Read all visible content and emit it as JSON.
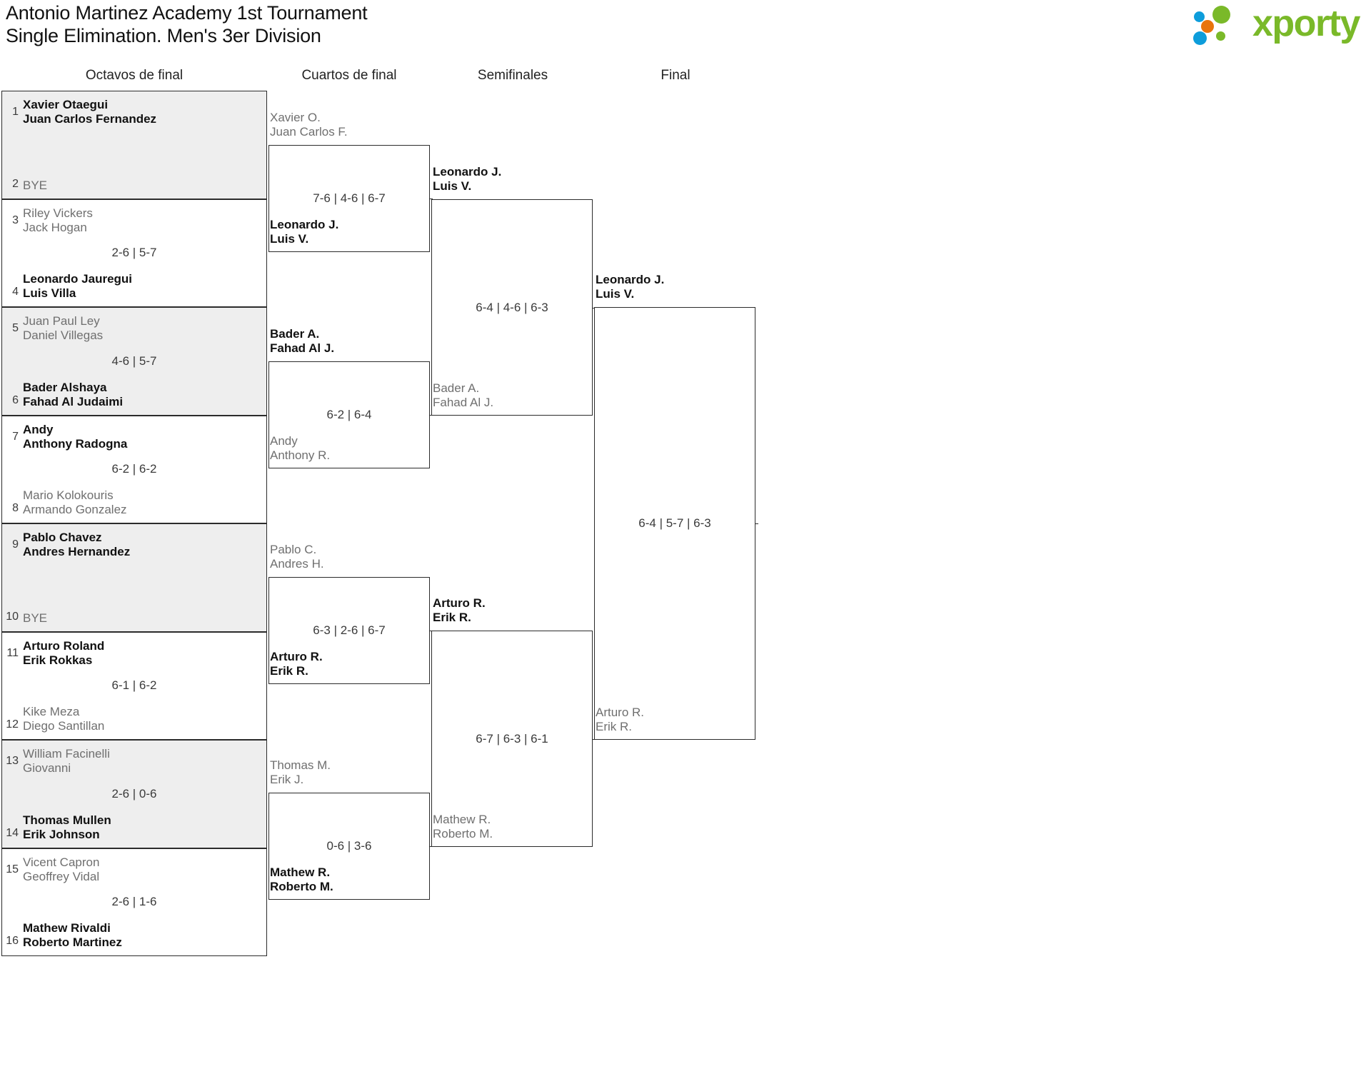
{
  "header": {
    "title_line1": "Antonio Martinez Academy 1st Tournament",
    "title_line2": "Single Elimination. Men's 3er Division",
    "logo_text": "xporty"
  },
  "rounds": [
    {
      "label": "Octavos de final"
    },
    {
      "label": "Cuartos de final"
    },
    {
      "label": "Semifinales"
    },
    {
      "label": "Final"
    }
  ],
  "round1": [
    {
      "seed_top": "1",
      "seed_bottom": "2",
      "top_line1": "Xavier Otaegui",
      "top_line2": "Juan Carlos Fernandez",
      "bottom_line1": "BYE",
      "bottom_line2": "",
      "score": "",
      "winner": "top",
      "shaded": true,
      "bye": true
    },
    {
      "seed_top": "3",
      "seed_bottom": "4",
      "top_line1": "Riley Vickers",
      "top_line2": "Jack Hogan",
      "bottom_line1": "Leonardo Jauregui",
      "bottom_line2": "Luis Villa",
      "score": "2-6 | 5-7",
      "winner": "bottom",
      "shaded": false,
      "bye": false
    },
    {
      "seed_top": "5",
      "seed_bottom": "6",
      "top_line1": "Juan Paul Ley",
      "top_line2": "Daniel Villegas",
      "bottom_line1": "Bader Alshaya",
      "bottom_line2": "Fahad Al Judaimi",
      "score": "4-6 | 5-7",
      "winner": "bottom",
      "shaded": true,
      "bye": false
    },
    {
      "seed_top": "7",
      "seed_bottom": "8",
      "top_line1": "Andy",
      "top_line2": "Anthony Radogna",
      "bottom_line1": "Mario Kolokouris",
      "bottom_line2": "Armando Gonzalez",
      "score": "6-2 | 6-2",
      "winner": "top",
      "shaded": false,
      "bye": false
    },
    {
      "seed_top": "9",
      "seed_bottom": "10",
      "top_line1": "Pablo Chavez",
      "top_line2": "Andres Hernandez",
      "bottom_line1": "BYE",
      "bottom_line2": "",
      "score": "",
      "winner": "top",
      "shaded": true,
      "bye": true
    },
    {
      "seed_top": "11",
      "seed_bottom": "12",
      "top_line1": "Arturo Roland",
      "top_line2": "Erik Rokkas",
      "bottom_line1": "Kike Meza",
      "bottom_line2": "Diego Santillan",
      "score": "6-1 | 6-2",
      "winner": "top",
      "shaded": false,
      "bye": false
    },
    {
      "seed_top": "13",
      "seed_bottom": "14",
      "top_line1": "William Facinelli",
      "top_line2": "Giovanni",
      "bottom_line1": "Thomas Mullen",
      "bottom_line2": "Erik Johnson",
      "score": "2-6 | 0-6",
      "winner": "bottom",
      "shaded": true,
      "bye": false
    },
    {
      "seed_top": "15",
      "seed_bottom": "16",
      "top_line1": "Vicent Capron",
      "top_line2": "Geoffrey Vidal",
      "bottom_line1": "Mathew Rivaldi",
      "bottom_line2": "Roberto Martinez",
      "score": "2-6 | 1-6",
      "winner": "bottom",
      "shaded": false,
      "bye": false
    }
  ],
  "round2": [
    {
      "top_line1": "Xavier O.",
      "top_line2": "Juan Carlos F.",
      "bottom_line1": "Leonardo J.",
      "bottom_line2": "Luis V.",
      "score": "7-6 | 4-6 | 6-7",
      "winner": "bottom"
    },
    {
      "top_line1": "Bader A.",
      "top_line2": "Fahad Al J.",
      "bottom_line1": "Andy",
      "bottom_line2": "Anthony R.",
      "score": "6-2 | 6-4",
      "winner": "top"
    },
    {
      "top_line1": "Pablo C.",
      "top_line2": "Andres H.",
      "bottom_line1": "Arturo R.",
      "bottom_line2": "Erik R.",
      "score": "6-3 | 2-6 | 6-7",
      "winner": "bottom"
    },
    {
      "top_line1": "Thomas M.",
      "top_line2": "Erik J.",
      "bottom_line1": "Mathew R.",
      "bottom_line2": "Roberto M.",
      "score": "0-6 | 3-6",
      "winner": "bottom"
    }
  ],
  "round3": [
    {
      "top_line1": "Leonardo J.",
      "top_line2": "Luis V.",
      "bottom_line1": "Bader A.",
      "bottom_line2": "Fahad Al J.",
      "score": "6-4 | 4-6 | 6-3",
      "winner": "top"
    },
    {
      "top_line1": "Arturo R.",
      "top_line2": "Erik R.",
      "bottom_line1": "Mathew R.",
      "bottom_line2": "Roberto M.",
      "score": "6-7 | 6-3 | 6-1",
      "winner": "top"
    }
  ],
  "round4": [
    {
      "top_line1": "Leonardo J.",
      "top_line2": "Luis V.",
      "bottom_line1": "Arturo R.",
      "bottom_line2": "Erik R.",
      "score": "6-4 | 5-7 | 6-3",
      "winner": "top"
    }
  ]
}
